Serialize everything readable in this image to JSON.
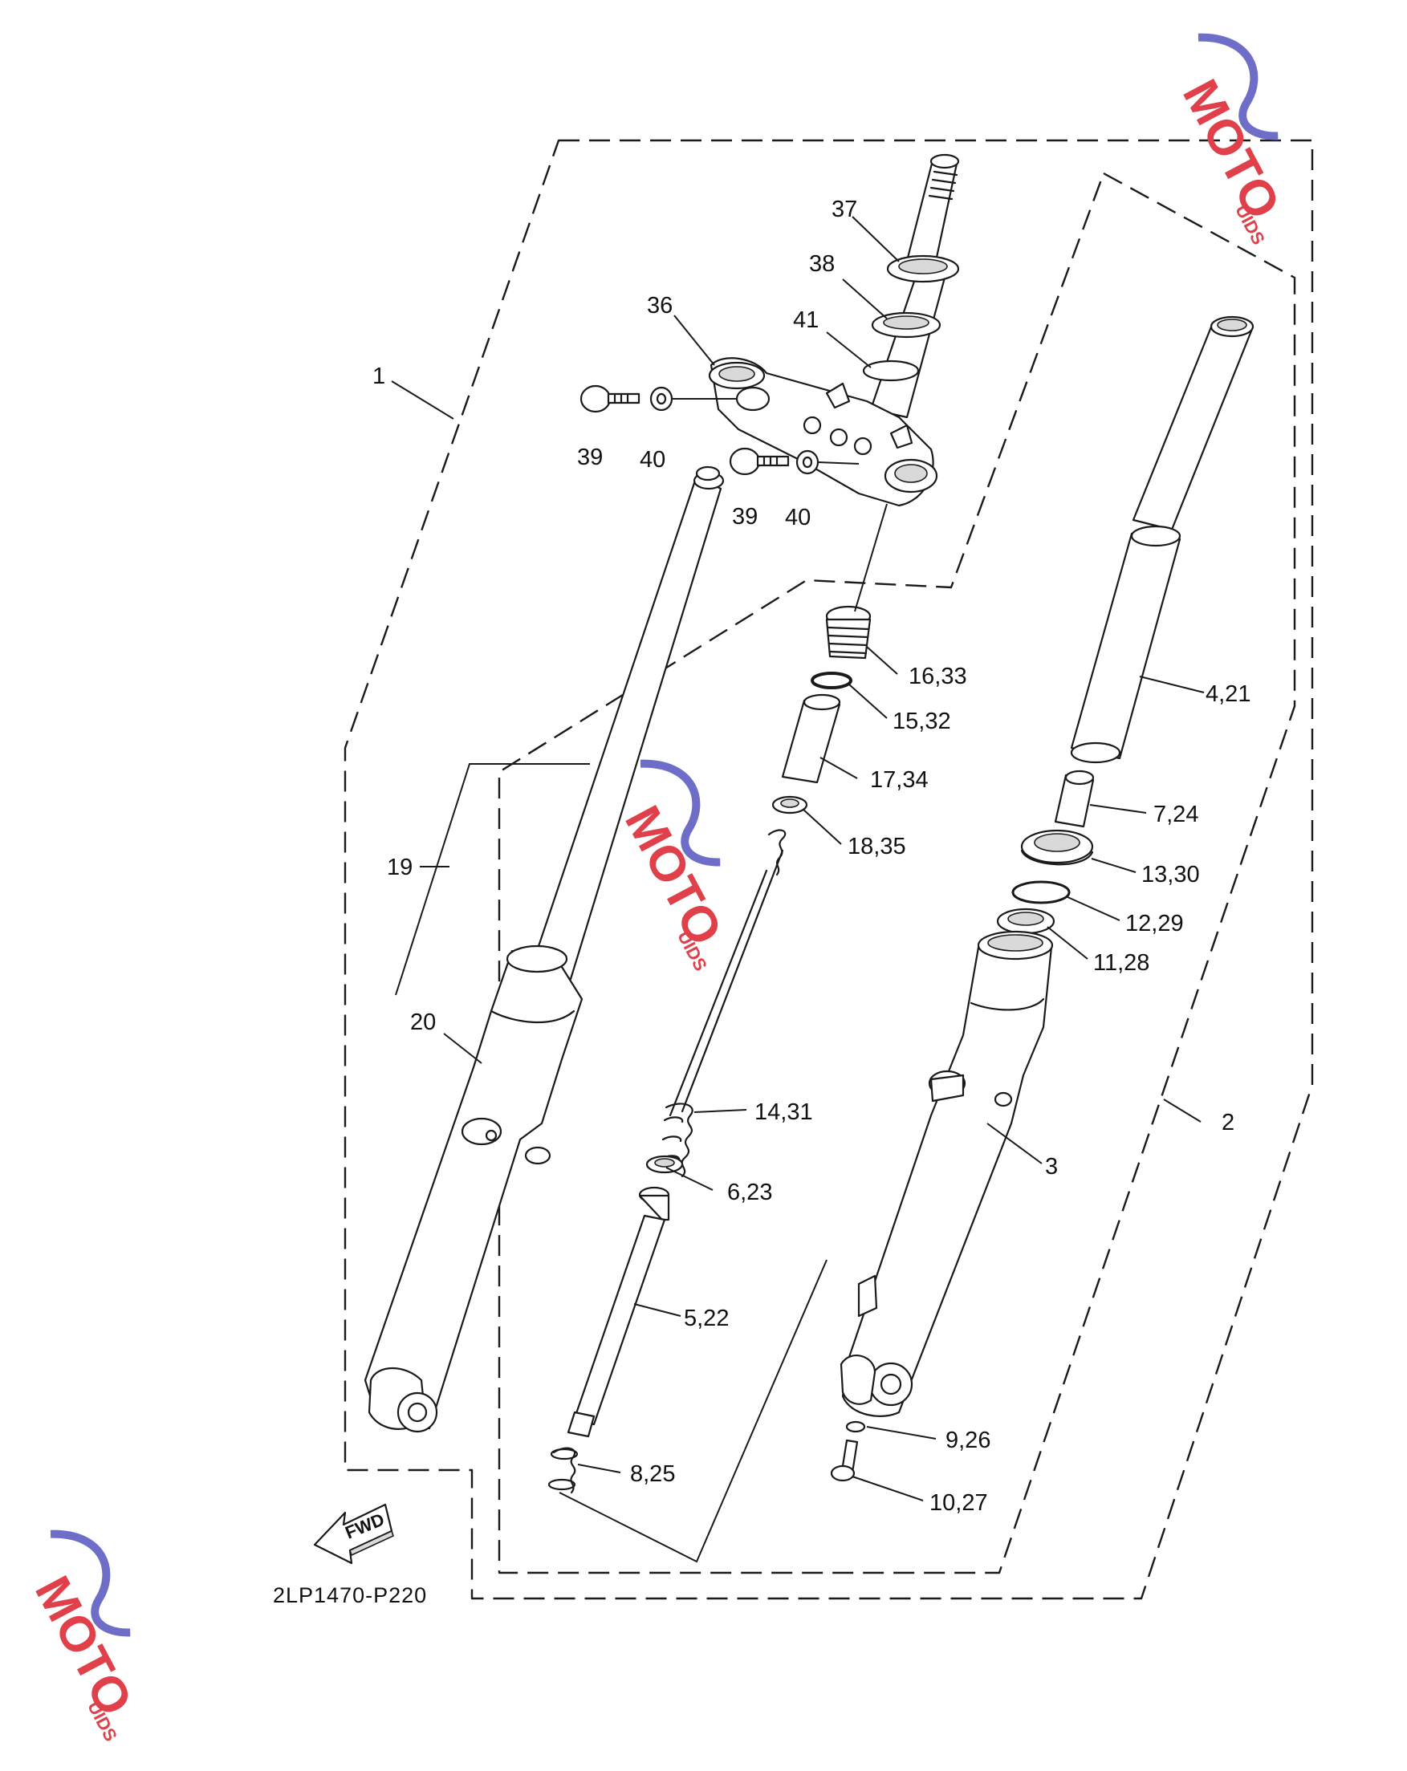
{
  "diagram": {
    "part_code": "2LP1470-P220",
    "direction_label": "FWD",
    "callouts": [
      {
        "id": "c1",
        "text": "1"
      },
      {
        "id": "c2",
        "text": "2"
      },
      {
        "id": "c3",
        "text": "3"
      },
      {
        "id": "c4",
        "text": "4,21"
      },
      {
        "id": "c5",
        "text": "5,22"
      },
      {
        "id": "c6",
        "text": "6,23"
      },
      {
        "id": "c7",
        "text": "7,24"
      },
      {
        "id": "c8",
        "text": "8,25"
      },
      {
        "id": "c9",
        "text": "9,26"
      },
      {
        "id": "c10",
        "text": "10,27"
      },
      {
        "id": "c11",
        "text": "11,28"
      },
      {
        "id": "c12",
        "text": "12,29"
      },
      {
        "id": "c13",
        "text": "13,30"
      },
      {
        "id": "c14",
        "text": "14,31"
      },
      {
        "id": "c15",
        "text": "15,32"
      },
      {
        "id": "c16",
        "text": "16,33"
      },
      {
        "id": "c17",
        "text": "17,34"
      },
      {
        "id": "c18",
        "text": "18,35"
      },
      {
        "id": "c19",
        "text": "19"
      },
      {
        "id": "c20",
        "text": "20"
      },
      {
        "id": "c36",
        "text": "36"
      },
      {
        "id": "c37",
        "text": "37"
      },
      {
        "id": "c38",
        "text": "38"
      },
      {
        "id": "c39a",
        "text": "39"
      },
      {
        "id": "c39b",
        "text": "39"
      },
      {
        "id": "c40a",
        "text": "40"
      },
      {
        "id": "c40b",
        "text": "40"
      },
      {
        "id": "c41",
        "text": "41"
      }
    ]
  },
  "watermark": {
    "brand": "MOTO",
    "suffix": "UIDS",
    "colors": {
      "swoosh": "#6e6ec8",
      "red": "#e0404a",
      "grey": "#8a8a8a"
    }
  },
  "colors": {
    "line": "#1a1a1a",
    "background": "#ffffff"
  }
}
